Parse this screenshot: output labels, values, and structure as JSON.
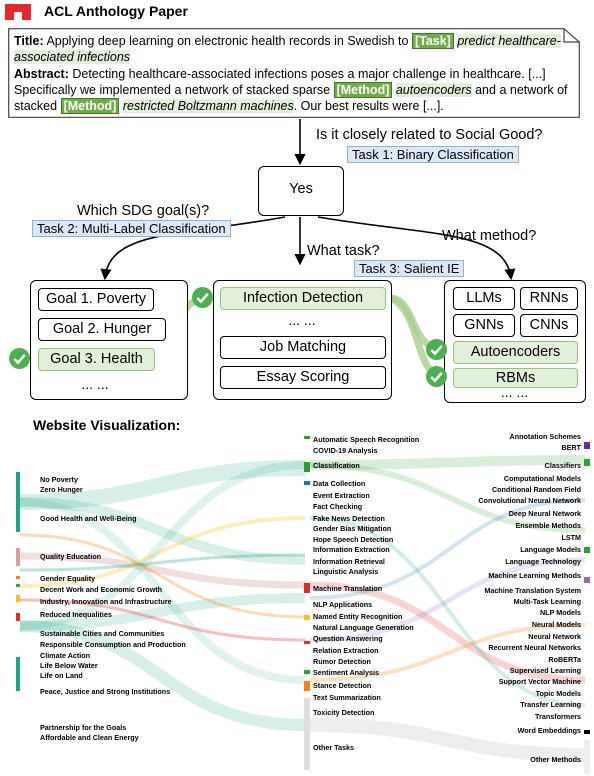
{
  "header": {
    "title": "ACL Anthology Paper"
  },
  "paper": {
    "title_label": "Title:",
    "title_pre": "Applying deep learning on electronic health records in Swedish to",
    "title_tag": "[Task]",
    "title_task": "predict healthcare-associated infections",
    "abstract_label": "Abstract:",
    "abstract_line1": "Detecting healthcare-associated infections poses a major challenge in healthcare.",
    "abstract_pre": "[...] Specifically we implemented a network of stacked sparse",
    "method_tag": "[Method]",
    "method1": "autoencoders",
    "and_text": "and a network of stacked",
    "method2": "restricted Boltzmann machines",
    "abstract_end": ". Our best results were [...]."
  },
  "flow": {
    "q1": "Is it closely related to Social Good?",
    "task1": "Task 1: Binary Classification",
    "yes": "Yes",
    "q2": "Which SDG goal(s)?",
    "task2": "Task 2: Multi-Label Classification",
    "q3": "What task?",
    "task3": "Task 3: Salient IE",
    "q4": "What method?",
    "goals": [
      "Goal 1. Poverty",
      "Goal 2. Hunger",
      "Goal 3. Health"
    ],
    "tasks": [
      "Infection Detection",
      "Job Matching",
      "Essay Scoring"
    ],
    "methods_grid": [
      "LLMs",
      "RNNs",
      "GNNs",
      "CNNs"
    ],
    "methods": [
      "Autoencoders",
      "RBMs"
    ],
    "ellipsis": "... ..."
  },
  "website": {
    "title": "Website Visualization:",
    "left": [
      "No Poverty",
      "Zero Hunger",
      "Good Health and Well-Being",
      "Quality Education",
      "Gender Equality",
      "Decent Work and Economic Growth",
      "Industry, Innovation and Infrastructure",
      "Reduced Inequalities",
      "Sustainable Cities and Communities",
      "Responsible Consumption and Production",
      "Climate Action",
      "Life Below Water",
      "Life on Land",
      "Peace, Justice and Strong Institutions",
      "Partnership for the Goals",
      "Affordable and Clean Energy"
    ],
    "middle": [
      "Automatic Speech Recognition",
      "COVID-19 Analysis",
      "Classification",
      "Data Collection",
      "Event Extraction",
      "Fact Checking",
      "Fake News Detection",
      "Gender Bias Mitigation",
      "Hope Speech Detection",
      "Information Extraction",
      "Information Retrieval",
      "Linguistic Analysis",
      "Machine Translation",
      "NLP Applications",
      "Named Entity Recognition",
      "Natural Language Generation",
      "Question Answering",
      "Relation Extraction",
      "Rumor Detection",
      "Sentiment Analysis",
      "Stance Detection",
      "Text Summarization",
      "Toxicity Detection",
      "Other Tasks"
    ],
    "right": [
      "Annotation Schemes",
      "BERT",
      "Classifiers",
      "Computational Models",
      "Conditional Random Field",
      "Convolutional Neural Network",
      "Deep Neural Network",
      "Ensemble Methods",
      "LSTM",
      "Language Models",
      "Language Technology",
      "Machine Learning Methods",
      "Machine Translation System",
      "Multi-Task Learning",
      "NLP Models",
      "Neural Models",
      "Neural Network",
      "Recurrent Neural Networks",
      "RoBERTa",
      "Supervised Learning",
      "Support Vector Machine",
      "Topic Models",
      "Transfer Learning",
      "Transformers",
      "Word Embeddings",
      "Other Methods"
    ]
  },
  "colors": {
    "logo": "#e8262b",
    "tag_green": "#70ad47",
    "highlight": "#e2efd9",
    "label_blue": "#dce9f7",
    "check_green": "#4caf50",
    "sankey_teal": "#1aa584"
  }
}
